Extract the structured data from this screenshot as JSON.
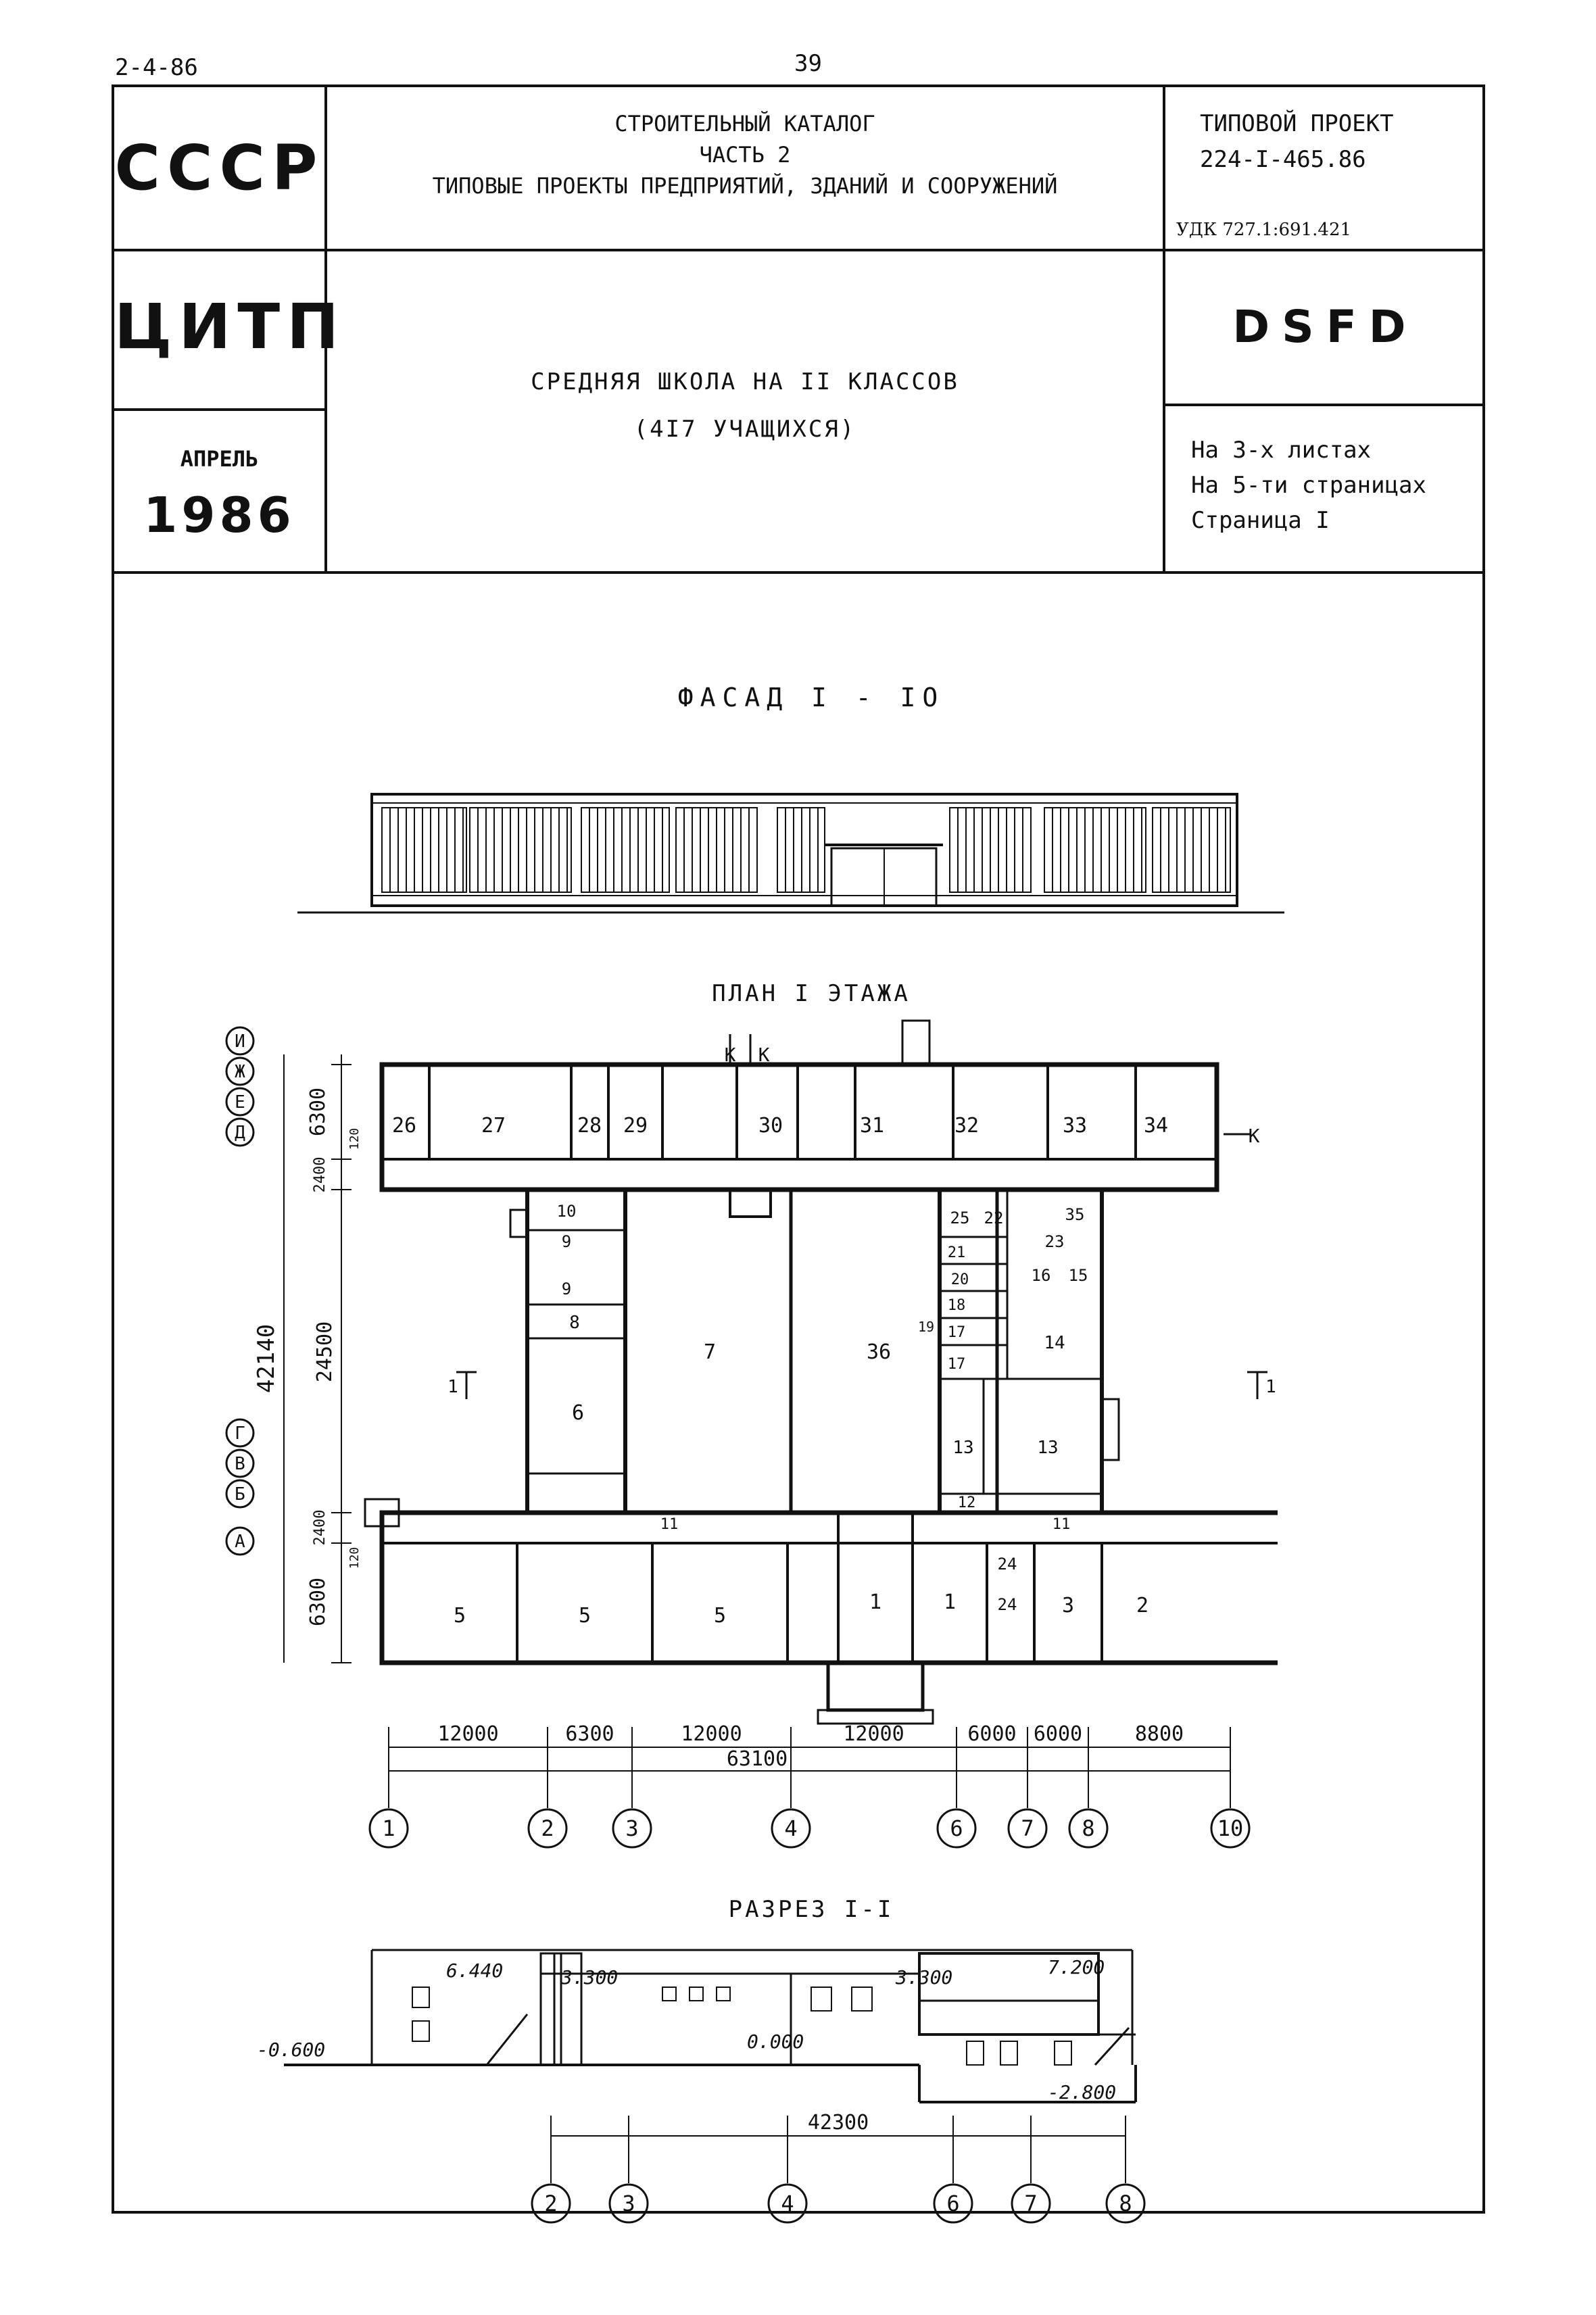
{
  "corner_code": "2-4-86",
  "page_number": "39",
  "header": {
    "country": "СССР",
    "catalog_line1": "СТРОИТЕЛЬНЫЙ КАТАЛОГ",
    "catalog_line2": "ЧАСТЬ 2",
    "catalog_line3": "ТИПОВЫЕ ПРОЕКТЫ ПРЕДПРИЯТИЙ, ЗДАНИЙ И СООРУЖЕНИЙ",
    "project_label": "ТИПОВОЙ ПРОЕКТ",
    "project_number": "224-I-465.86",
    "udk": "УДК 727.1:691.421",
    "org": "ЦИТП",
    "month": "АПРЕЛЬ",
    "year": "1986",
    "building_title": "СРЕДНЯЯ ШКОЛА НА II КЛАССОВ",
    "building_subtitle": "(4I7 УЧАЩИХСЯ)",
    "code": "DSFD",
    "sheets": "На 3-х листах",
    "pages": "На 5-ти страницах",
    "page": "Страница I"
  },
  "drawings": {
    "facade_title": "ФАСАД I - IO",
    "plan_title": "ПЛАН I ЭТАЖА",
    "section_title": "РАЗРЕЗ I-I",
    "rooms_north": [
      "26",
      "27",
      "28",
      "29",
      "30",
      "31",
      "32",
      "33",
      "34"
    ],
    "rooms_south": [
      "5",
      "5",
      "5",
      "1",
      "1",
      "3",
      "2"
    ],
    "rooms_inner": [
      "10",
      "9",
      "9",
      "8",
      "6",
      "7",
      "36",
      "25",
      "22",
      "35",
      "23",
      "21",
      "20",
      "18",
      "17",
      "17",
      "16",
      "15",
      "14",
      "13",
      "13",
      "12",
      "11",
      "11",
      "24",
      "24",
      "19"
    ],
    "axis_letters": [
      "И",
      "Ж",
      "Е",
      "Д",
      "Г",
      "В",
      "Б",
      "А"
    ],
    "axis_numbers": [
      "1",
      "2",
      "3",
      "4",
      "6",
      "7",
      "8",
      "10"
    ],
    "dims_horizontal": [
      "12000",
      "6300",
      "12000",
      "12000",
      "6000",
      "6000",
      "8800"
    ],
    "dim_total": "63100",
    "dims_vertical": [
      "6300",
      "2400",
      "24500",
      "2400",
      "6300"
    ],
    "dim_vertical_total": "42140",
    "dim_small": [
      "120",
      "120"
    ],
    "entry_marks": [
      "К",
      "К",
      "К"
    ],
    "section_marks": [
      "1",
      "1"
    ],
    "section_levels": [
      "6.440",
      "3.300",
      "3.300",
      "7.200",
      "0.000",
      "-0.600",
      "-2.800"
    ],
    "section_total": "42300",
    "section_axes": [
      "2",
      "3",
      "4",
      "6",
      "7",
      "8"
    ]
  }
}
